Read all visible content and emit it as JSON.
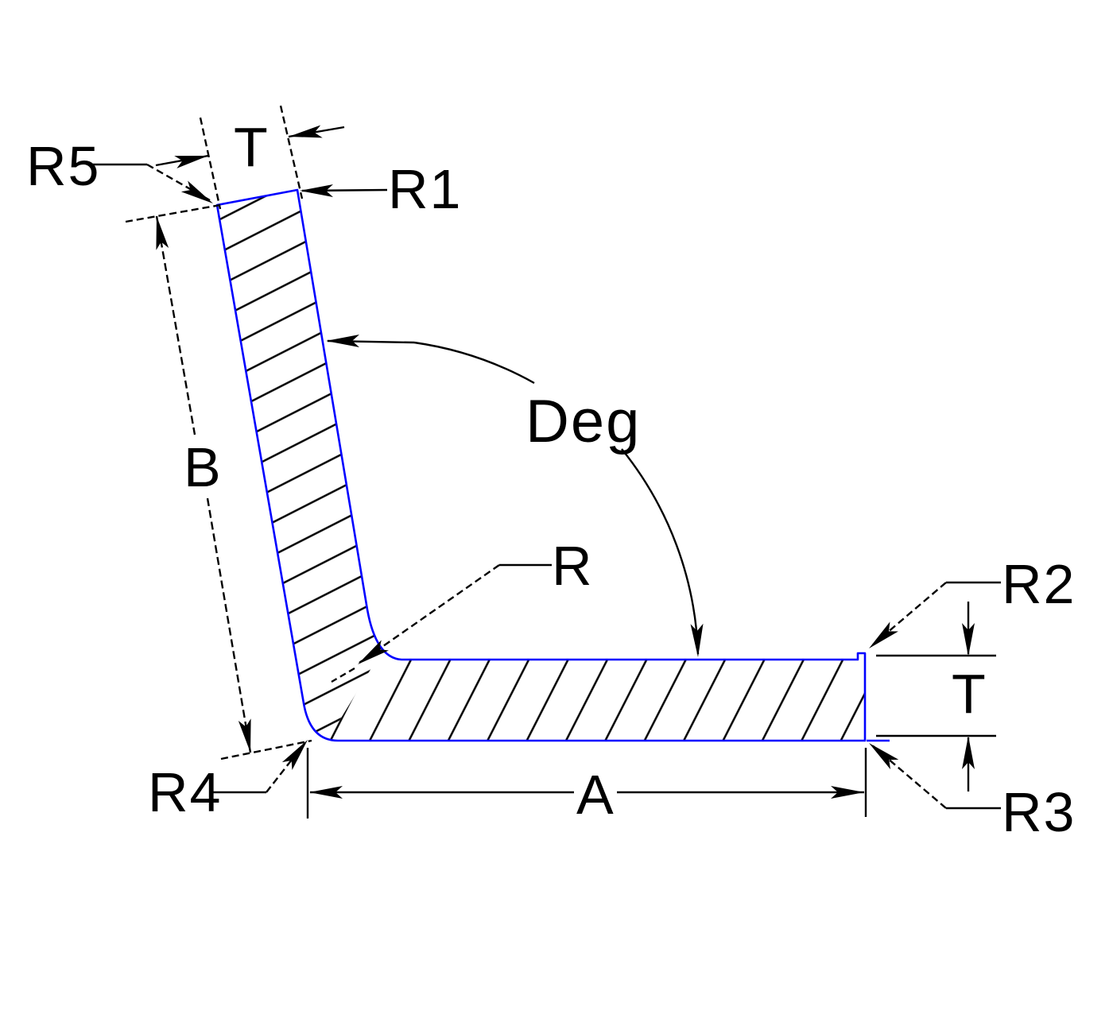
{
  "diagram": {
    "type": "cad-cross-section",
    "description": "Dimensioned cross-section drawing of an L-shaped angle extrusion profile with hatched section fill",
    "colors": {
      "profile_outline": "#0000ff",
      "dimension_lines": "#000000",
      "background": "#ffffff"
    },
    "labels": {
      "r5": "R5",
      "t_top": "T",
      "r1": "R1",
      "b": "B",
      "deg": "Deg",
      "r": "R",
      "r2": "R2",
      "t_right": "T",
      "r3": "R3",
      "r4": "R4",
      "a": "A"
    },
    "dimension_meanings": {
      "a": "horizontal leg length",
      "b": "angled leg length",
      "t_top": "angled leg thickness",
      "t_right": "horizontal leg thickness",
      "deg": "angle between legs",
      "r": "inner fillet radius",
      "r1": "top outer corner radius",
      "r2": "toe corner radius at right top",
      "r3": "right bottom corner radius",
      "r4": "heel outer corner radius",
      "r5": "top left corner radius"
    }
  }
}
